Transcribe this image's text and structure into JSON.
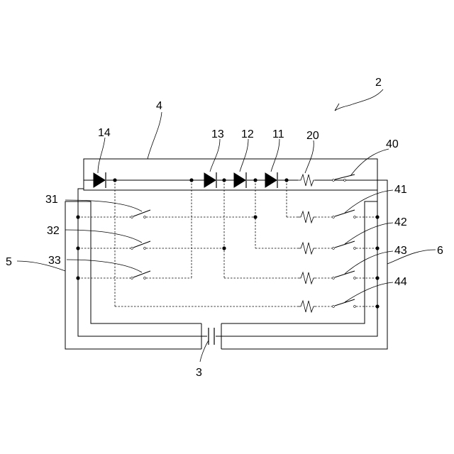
{
  "labels": {
    "ref_2": "2",
    "ref_3": "3",
    "ref_4": "4",
    "ref_5": "5",
    "ref_6": "6",
    "ref_11": "11",
    "ref_12": "12",
    "ref_13": "13",
    "ref_14": "14",
    "ref_20": "20",
    "ref_31": "31",
    "ref_32": "32",
    "ref_33": "33",
    "ref_40": "40",
    "ref_41": "41",
    "ref_42": "42",
    "ref_43": "43",
    "ref_44": "44"
  }
}
